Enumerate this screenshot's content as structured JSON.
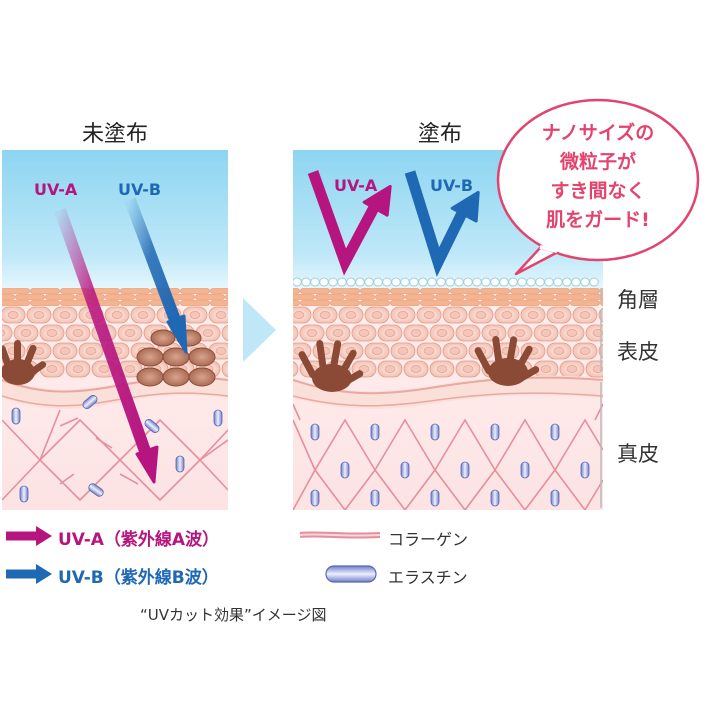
{
  "panels": {
    "left_title": "未塗布",
    "right_title": "塗布"
  },
  "uv_labels": {
    "uva": "UV-A",
    "uvb": "UV-B"
  },
  "bubble": {
    "lines": [
      "ナノサイズの",
      "微粒子が",
      "すき間なく",
      "肌をガード!"
    ]
  },
  "layers": {
    "stratum_corneum": "角層",
    "epidermis": "表皮",
    "dermis": "真皮"
  },
  "legend": {
    "uva": "UV-A（紫外線A波）",
    "uvb": "UV-B（紫外線B波）",
    "collagen": "コラーゲン",
    "elastin": "エラスチン"
  },
  "caption": "“UVカット効果”イメージ図",
  "colors": {
    "uva": "#b6157f",
    "uvb": "#1f68b4",
    "sky": "#8fd6f2",
    "bubble_border": "#e2446e",
    "arrow_between": "#bfe7f7"
  }
}
